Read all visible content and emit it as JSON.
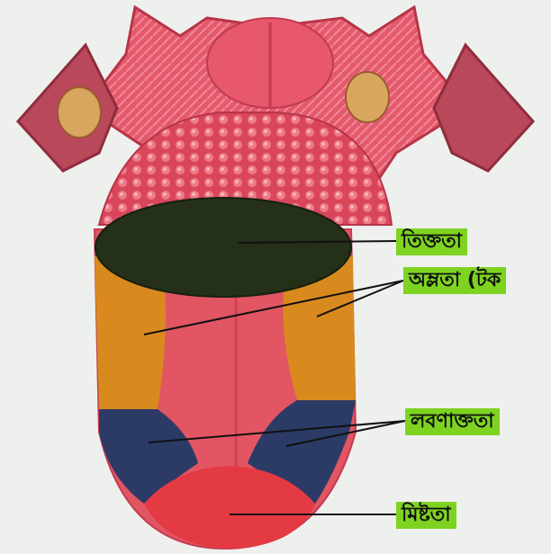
{
  "labels": {
    "bitter": "তিক্ততা",
    "sour": "অম্লতা (টক",
    "salty": "লবণাক্ততা",
    "sweet": "মিষ্টতা"
  },
  "colors": {
    "bitter_zone": "#243018",
    "sour_zone": "#d98a1e",
    "salty_zone": "#2c3a66",
    "sweet_zone": "#e33a44",
    "tongue_body": "#e25563",
    "label_bg": "#7ed321"
  }
}
